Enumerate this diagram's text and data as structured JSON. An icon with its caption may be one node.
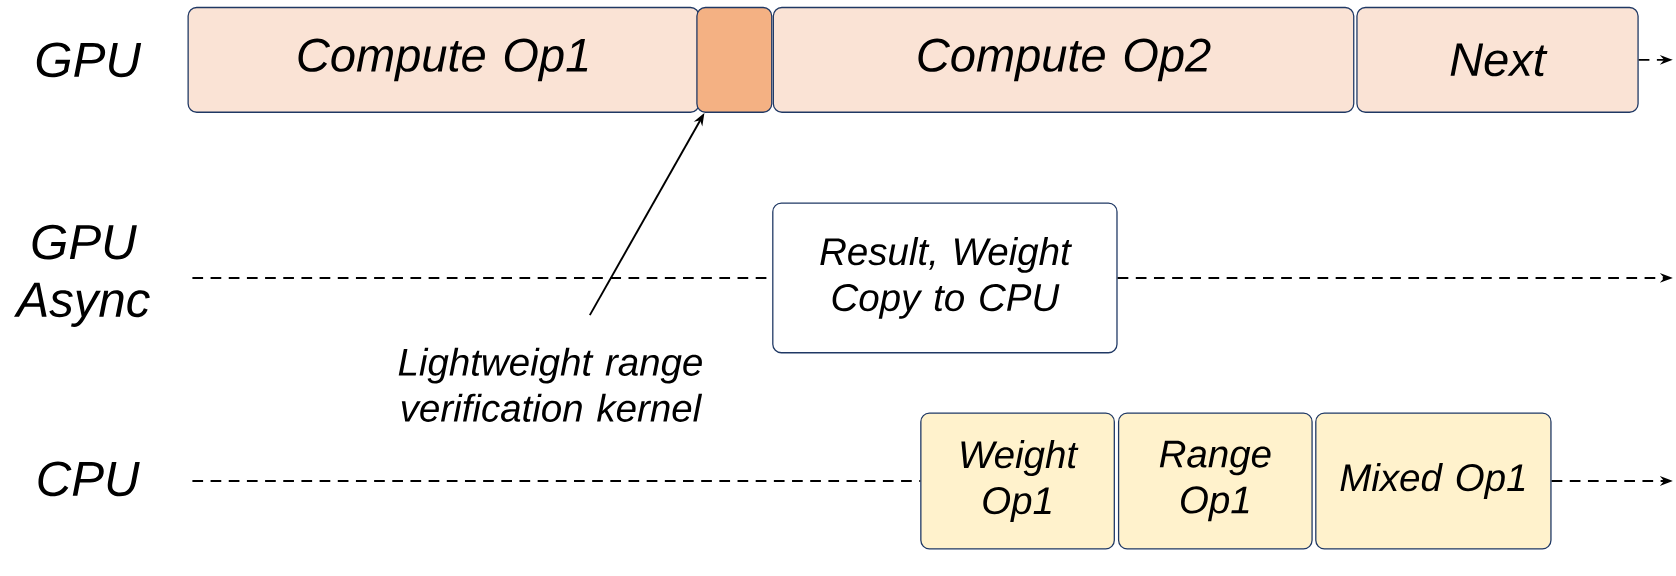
{
  "diagram": {
    "nodes": [
      {
        "text": [
          "Compute Op1"
        ]
      },
      {
        "text": [],
        "shape": "box"
      },
      {
        "text": [
          "Compute Op2"
        ]
      },
      {
        "text": [
          "Next"
        ]
      },
      {
        "text": [
          "Result, Weight Copy to CPU"
        ]
      },
      {
        "text": [
          "Lightweight range verification kernel"
        ]
      },
      {
        "text": [
          "Weight Op1"
        ]
      },
      {
        "text": [
          "Range Op1"
        ]
      },
      {
        "text": [
          "Mixed Op1"
        ]
      }
    ],
    "edges": [
      {
        "from": 3,
        "to": null,
        "arrow": "to",
        "style": "dashed"
      },
      {
        "from": null,
        "to": 4,
        "arrow": "none",
        "style": "dashed"
      },
      {
        "from": 4,
        "to": null,
        "arrow": "to",
        "style": "dashed"
      },
      {
        "from": null,
        "to": 6,
        "arrow": "none",
        "style": "dashed"
      },
      {
        "from": 8,
        "to": null,
        "arrow": "to",
        "style": "dashed"
      },
      {
        "from": 5,
        "to": 1,
        "arrow": "to"
      }
    ],
    "labels": [
      "GPU",
      "GPU Async",
      "CPU"
    ]
  }
}
